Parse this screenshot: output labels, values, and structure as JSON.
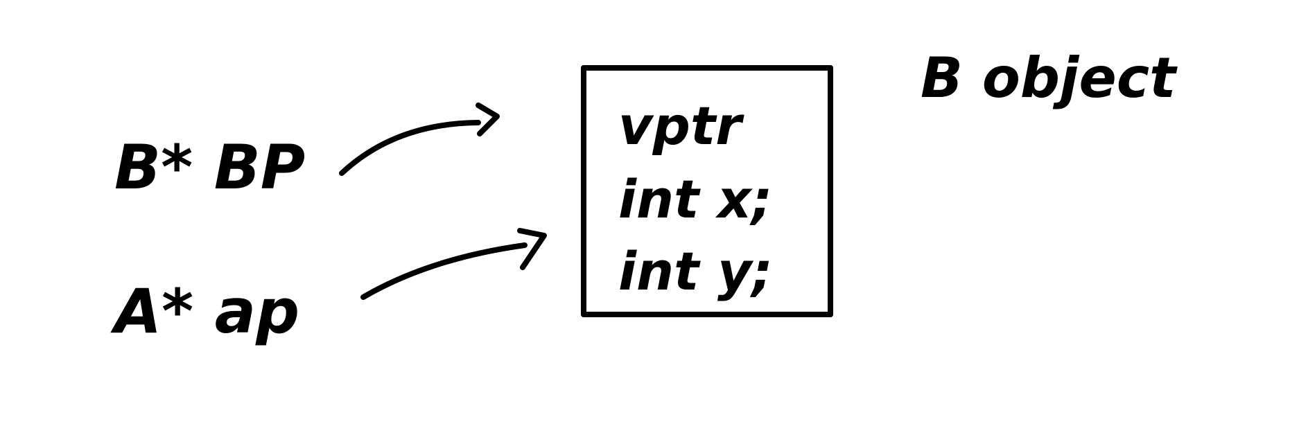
{
  "diagram": {
    "stroke_color": "#000000",
    "background_color": "#ffffff",
    "pointers": [
      {
        "label": "B* BP",
        "target": "object-box"
      },
      {
        "label": "A* ap",
        "target": "object-box"
      }
    ],
    "object": {
      "title": "B object",
      "fields": [
        "vptr",
        "int x;",
        "int y;"
      ]
    }
  }
}
